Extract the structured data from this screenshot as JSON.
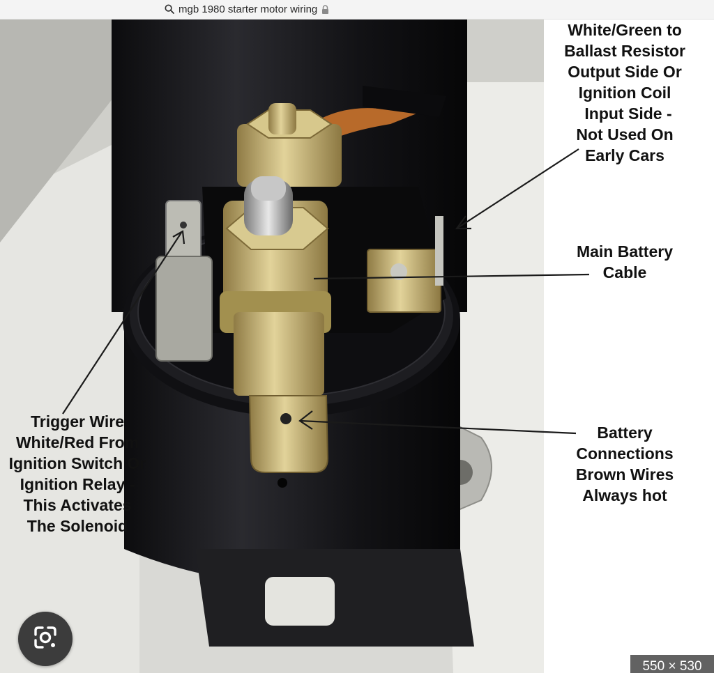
{
  "search_bar": {
    "query": "mgb 1980 starter motor wiring",
    "icons": {
      "search": "search-icon",
      "lock": "lock-icon"
    }
  },
  "image_labels": {
    "ballast_lines": [
      "White/Green to",
      "Ballast Resistor",
      "Output Side Or",
      "Ignition Coil",
      "Input Side -",
      "Not Used On",
      "Early Cars"
    ],
    "main_battery_lines": [
      "Main Battery",
      "Cable"
    ],
    "trigger_lines": [
      "Trigger Wire",
      "White/Red From",
      "Ignition Switch Or",
      "Ignition Relay -",
      "This Activates",
      "The Solenoid"
    ],
    "battery_conn_lines": [
      "Battery",
      "Connections",
      "Brown Wires",
      "Always hot"
    ]
  },
  "overlay": {
    "lens_icon": "google-lens-icon",
    "dimensions": "550 × 530"
  },
  "colors": {
    "solenoid_body": "#17171a",
    "brass": "#c9b476",
    "background_gray": "#d8d8d4",
    "lens_button": "#3c3c3c"
  }
}
